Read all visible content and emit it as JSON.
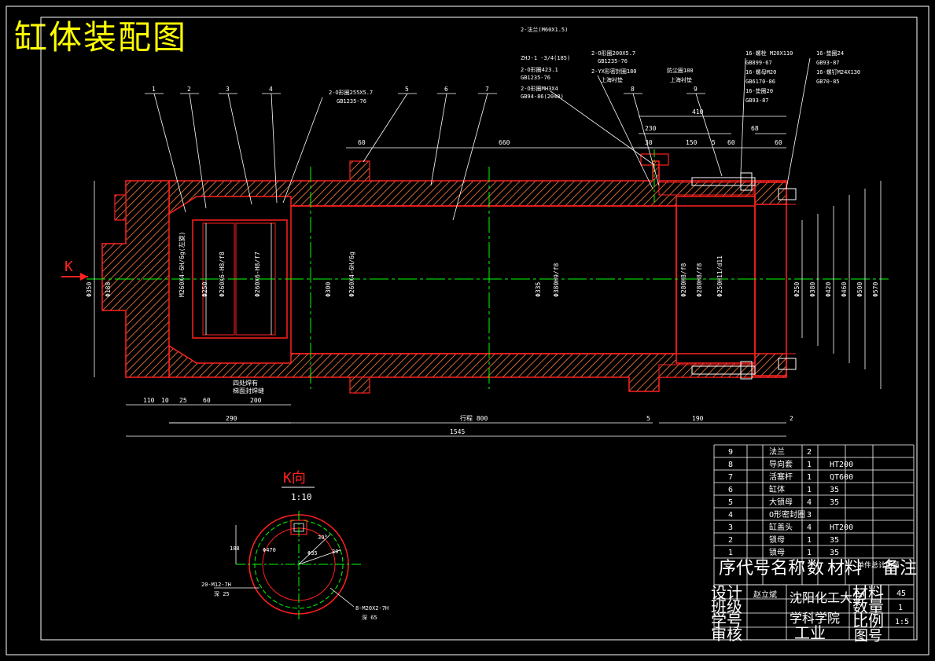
{
  "title": "缸体装配图",
  "view_marker": "K",
  "view": {
    "label": "K向",
    "scale": "1:10"
  },
  "balloons": [
    "1",
    "2",
    "3",
    "4",
    "5",
    "6",
    "7",
    "8",
    "9"
  ],
  "callouts": [
    "2-O形圈255X5.7",
    "GB1235-76",
    "2-法兰(M60X1.5)",
    "ZHJ-1 -3/4(185)",
    "2-O形圈423.1",
    "GB1235-76",
    "2-O形圈MH3X4",
    "GB94-86(2040)",
    "2-O形圈200X5.7",
    "GB1235-76",
    "2-YX形密封圈180",
    "上海衬垫",
    "防尘圈180",
    "上海衬垫",
    "16-螺栓 M20X110",
    "GB899-67",
    "16-螺母M20",
    "GB6170-86",
    "16-垫圈20",
    "GB93-87",
    "16-垫圈24",
    "GB93-87",
    "16-螺钉M24X130",
    "GB70-85"
  ],
  "dimensions_top": [
    "410",
    "230",
    "150",
    "5",
    "60",
    "68",
    "60",
    "660",
    "60",
    "30"
  ],
  "dimensions_bottom": [
    "110",
    "10",
    "25",
    "60",
    "290",
    "200",
    "行程 800",
    "5",
    "190",
    "2",
    "1545"
  ],
  "dimensions_vertical": [
    "Φ350",
    "Φ188",
    "M260X4-6H/6g(左旋)",
    "Φ250",
    "Φ260X6-H8/f8",
    "Φ260X6-H8/f7",
    "Φ300",
    "Φ260X4-6H/6g",
    "Φ335",
    "Φ380H9/f8",
    "Φ280H8/f8",
    "Φ280H8/f8",
    "Φ250H11/d11",
    "Φ250",
    "Φ380",
    "Φ420",
    "Φ460",
    "Φ500",
    "Φ570"
  ],
  "notes": [
    "四处焊有",
    "梯面封焊缝"
  ],
  "kview_labels": [
    "Φ470",
    "Φ35",
    "20-M12-7H",
    "深 25",
    "8-M20X2-7H",
    "深 65",
    "188",
    "30°",
    "30°"
  ],
  "bom": [
    {
      "no": "9",
      "name": "法兰",
      "qty": "2",
      "material": ""
    },
    {
      "no": "8",
      "name": "导向套",
      "qty": "1",
      "material": "HT200"
    },
    {
      "no": "7",
      "name": "活塞杆",
      "qty": "1",
      "material": "QT600"
    },
    {
      "no": "6",
      "name": "缸体",
      "qty": "1",
      "material": "35"
    },
    {
      "no": "5",
      "name": "大锁母",
      "qty": "4",
      "material": "35"
    },
    {
      "no": "4",
      "name": "O形密封圈",
      "qty": "3",
      "material": ""
    },
    {
      "no": "3",
      "name": "缸盖头",
      "qty": "4",
      "material": "HT200"
    },
    {
      "no": "2",
      "name": "锁母",
      "qty": "1",
      "material": "35"
    },
    {
      "no": "1",
      "name": "锁母",
      "qty": "1",
      "material": "35"
    }
  ],
  "bom_header": [
    "序",
    "代号",
    "名称",
    "数",
    "材料",
    "单件总计质量",
    "备注"
  ],
  "titleblock": {
    "design_label": "设计",
    "designer": "赵立斌",
    "class_label": "班级",
    "id_label": "学号",
    "review_label": "审核",
    "school_1": "沈阳化工大学",
    "school_2": "学科学院",
    "dept": "工业",
    "material_label": "材料",
    "material": "45",
    "qty_label": "数量",
    "qty": "1",
    "scale_label": "比例",
    "scale": "1:5",
    "drawing_no_label": "图号"
  },
  "colors": {
    "outline": "#ff2020",
    "hatch": "#ff8040",
    "center": "#00ff00",
    "dim": "#ffffff",
    "title": "#ffff00",
    "red_label": "#ff2020",
    "blue": "#4060ff"
  }
}
